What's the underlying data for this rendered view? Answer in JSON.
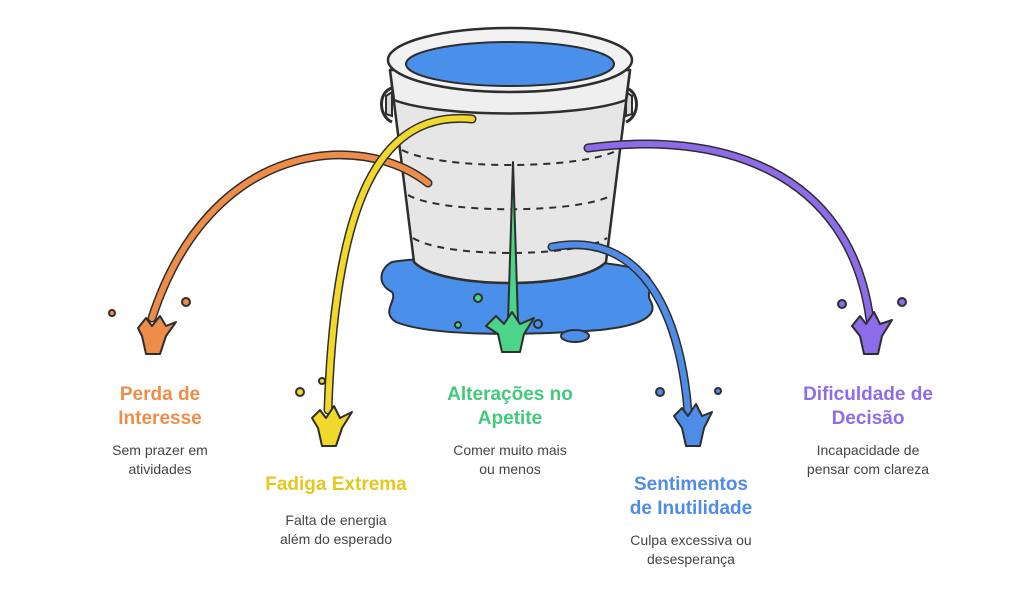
{
  "colors": {
    "orange": "#EE8D4A",
    "yellow": "#F1D92C",
    "green": "#4CD488",
    "blue": "#4F8CE8",
    "purple": "#8E6BE8",
    "water": "#4A8FEA",
    "bucket": "#E6E6E6",
    "outline": "#2E2E2E"
  },
  "items": [
    {
      "title_line1": "Perda de",
      "title_line2": "Interesse",
      "desc_line1": "Sem prazer em",
      "desc_line2": "atividades",
      "color": "#EE8D4A"
    },
    {
      "title_line1": "Fadiga Extrema",
      "title_line2": "",
      "desc_line1": "Falta de energia",
      "desc_line2": "além do esperado",
      "color": "#F1D92C"
    },
    {
      "title_line1": "Alterações no",
      "title_line2": "Apetite",
      "desc_line1": "Comer muito mais",
      "desc_line2": "ou menos",
      "color": "#4CD488"
    },
    {
      "title_line1": "Sentimentos",
      "title_line2": "de Inutilidade",
      "desc_line1": "Culpa excessiva ou",
      "desc_line2": "desesperança",
      "color": "#4F8CE8"
    },
    {
      "title_line1": "Dificuldade de",
      "title_line2": "Decisão",
      "desc_line1": "Incapacidade de",
      "desc_line2": "pensar com clareza",
      "color": "#8E6BE8"
    }
  ]
}
